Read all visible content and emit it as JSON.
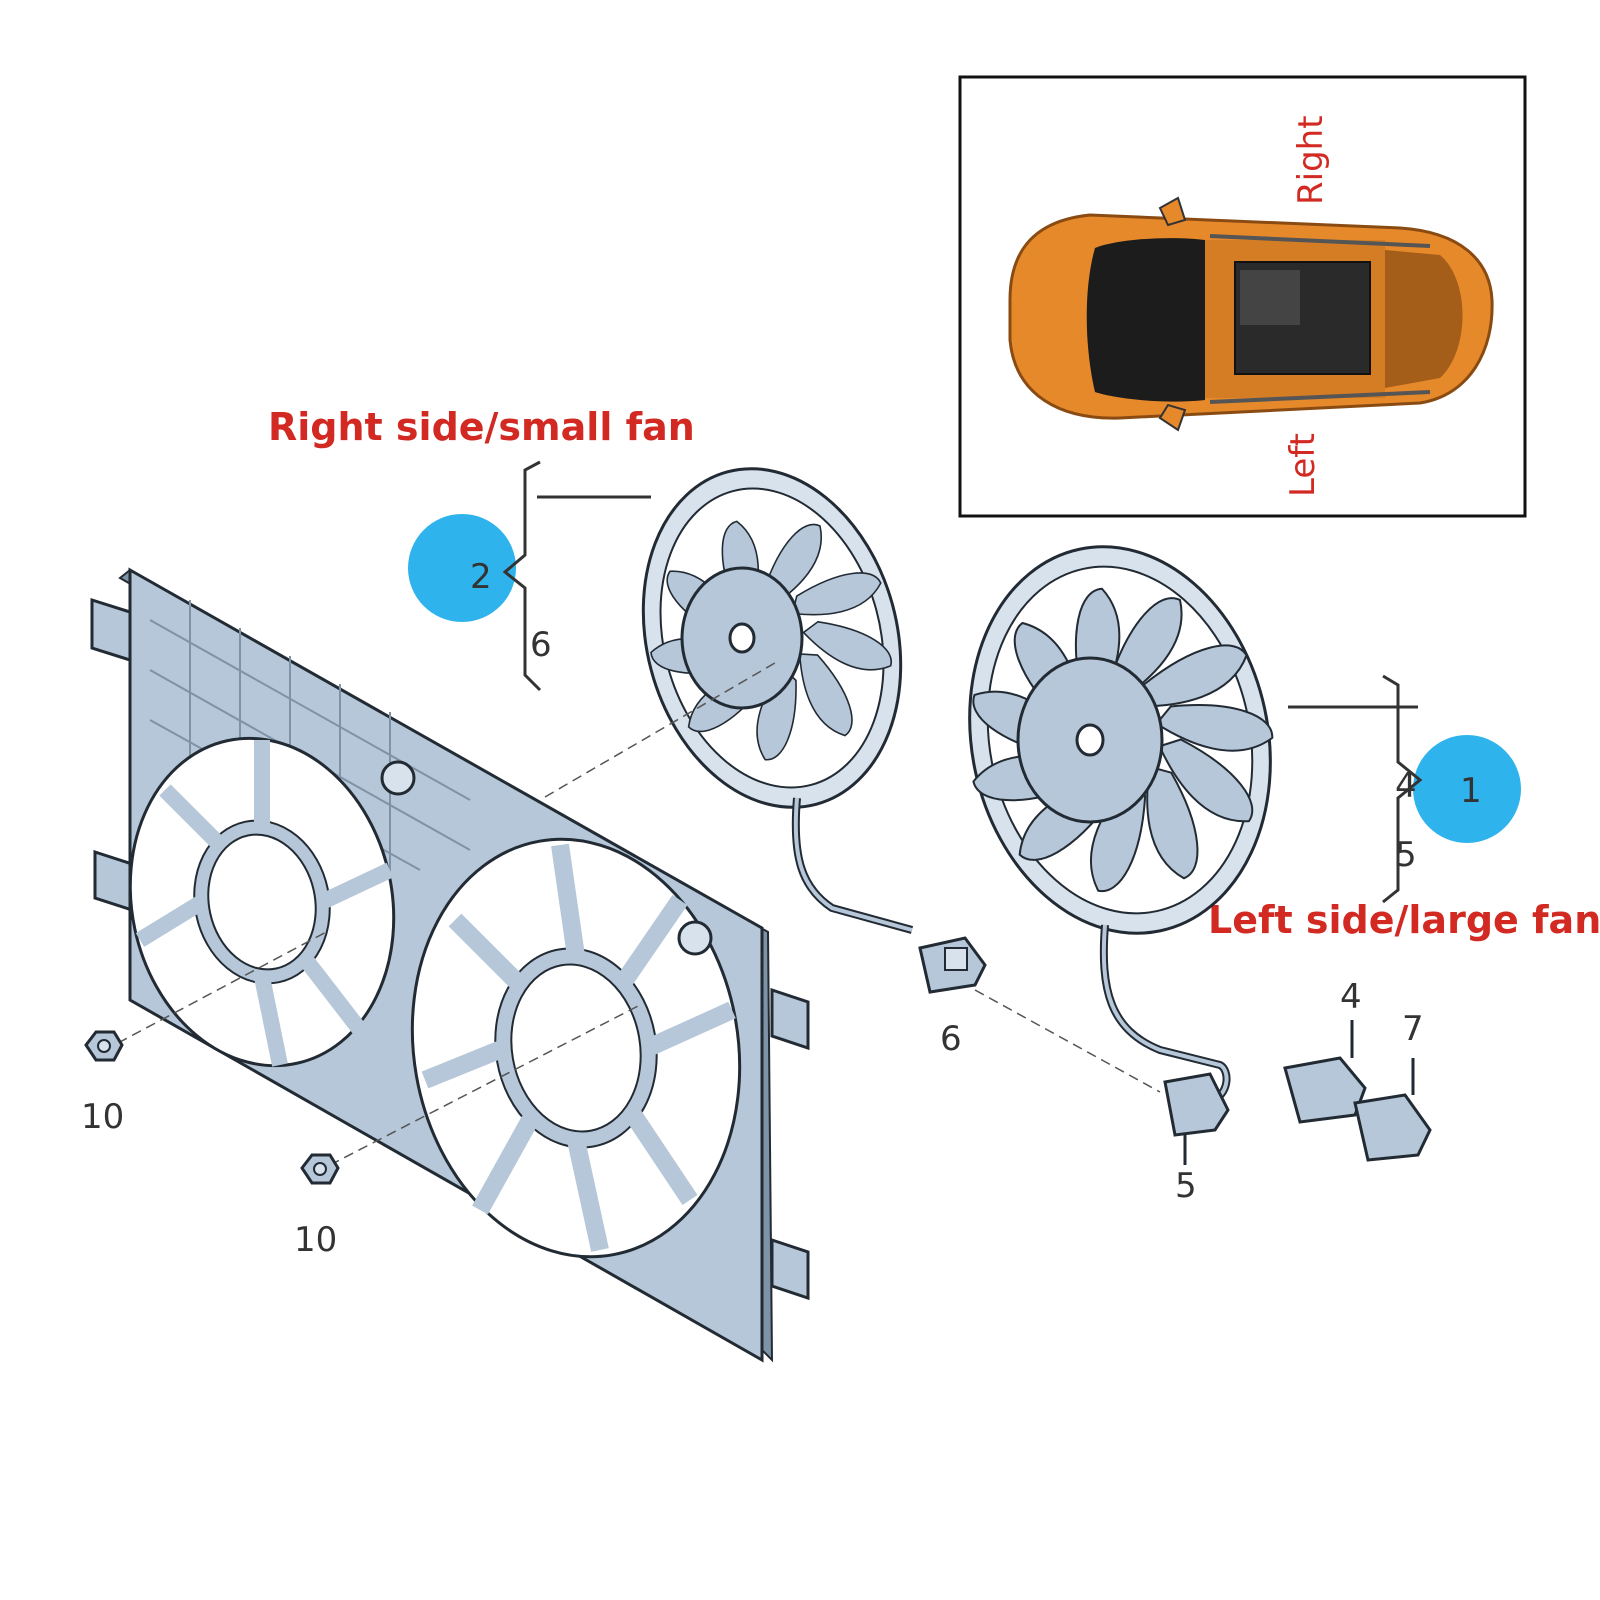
{
  "colors": {
    "part_fill": "#b5c7d8",
    "part_light": "#d7e2ec",
    "part_dark": "#7f93a6",
    "outline": "#222a33",
    "callout_red": "#d22a22",
    "callout_blue": "#2fb3ec",
    "car_orange": "#e6892a"
  },
  "labels": {
    "right_fan": "Right side/small fan",
    "left_fan": "Left side/large fan"
  },
  "inset": {
    "right": "Right",
    "left": "Left"
  },
  "callouts": {
    "small_fan_ref": "2",
    "large_fan_ref": "1",
    "small_fan_parts": [
      "6"
    ],
    "large_fan_parts": [
      "4",
      "5"
    ]
  },
  "part_numbers": {
    "connector_small": "6",
    "connector_a": "4",
    "connector_b": "5",
    "connector_c": "7",
    "nut_upper": "10",
    "nut_lower": "10"
  }
}
